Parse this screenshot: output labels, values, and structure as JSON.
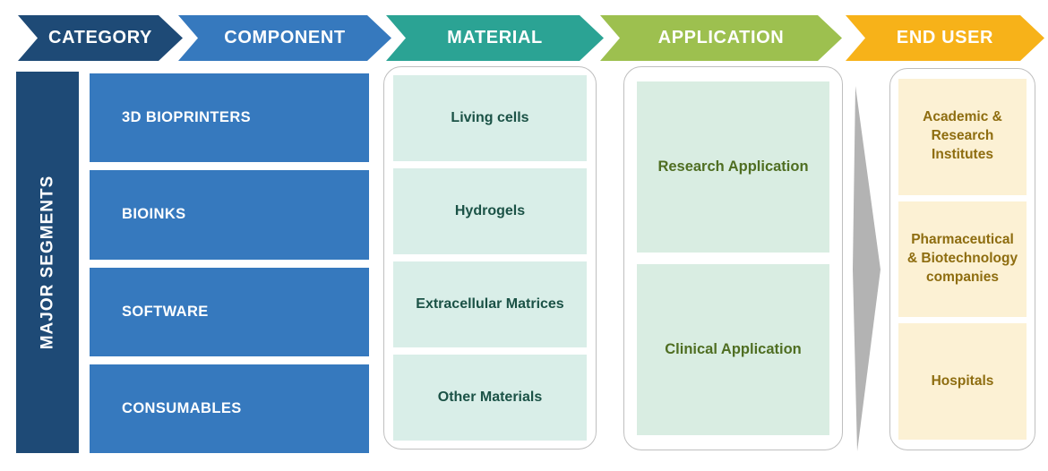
{
  "header": {
    "steps": [
      {
        "label": "CATEGORY",
        "color": "#1E4A76"
      },
      {
        "label": "COMPONENT",
        "color": "#3679BE"
      },
      {
        "label": "MATERIAL",
        "color": "#2BA394"
      },
      {
        "label": "APPLICATION",
        "color": "#9DC04F"
      },
      {
        "label": "END USER",
        "color": "#F7B219"
      }
    ]
  },
  "sidebar": {
    "label": "MAJOR SEGMENTS",
    "color": "#1E4A76"
  },
  "columns": {
    "component": {
      "box_color": "#3679BE",
      "text_color": "#FFFFFF",
      "items": [
        "3D BIOPRINTERS",
        "BIOINKS",
        "SOFTWARE",
        "CONSUMABLES"
      ]
    },
    "material": {
      "box_color": "#D9EEE8",
      "text_color": "#1B5246",
      "items": [
        "Living cells",
        "Hydrogels",
        "Extracellular Matrices",
        "Other Materials"
      ]
    },
    "application": {
      "box_color": "#D9EDE2",
      "text_color": "#4F6E22",
      "items": [
        "Research Application",
        "Clinical Application"
      ]
    },
    "end_user": {
      "box_color": "#FCF1D4",
      "text_color": "#8E6D10",
      "items": [
        "Academic & Research Institutes",
        "Pharmaceutical & Biotechnology companies",
        "Hospitals"
      ]
    }
  },
  "flow_arrow": {
    "color": "#B3B3B3"
  }
}
